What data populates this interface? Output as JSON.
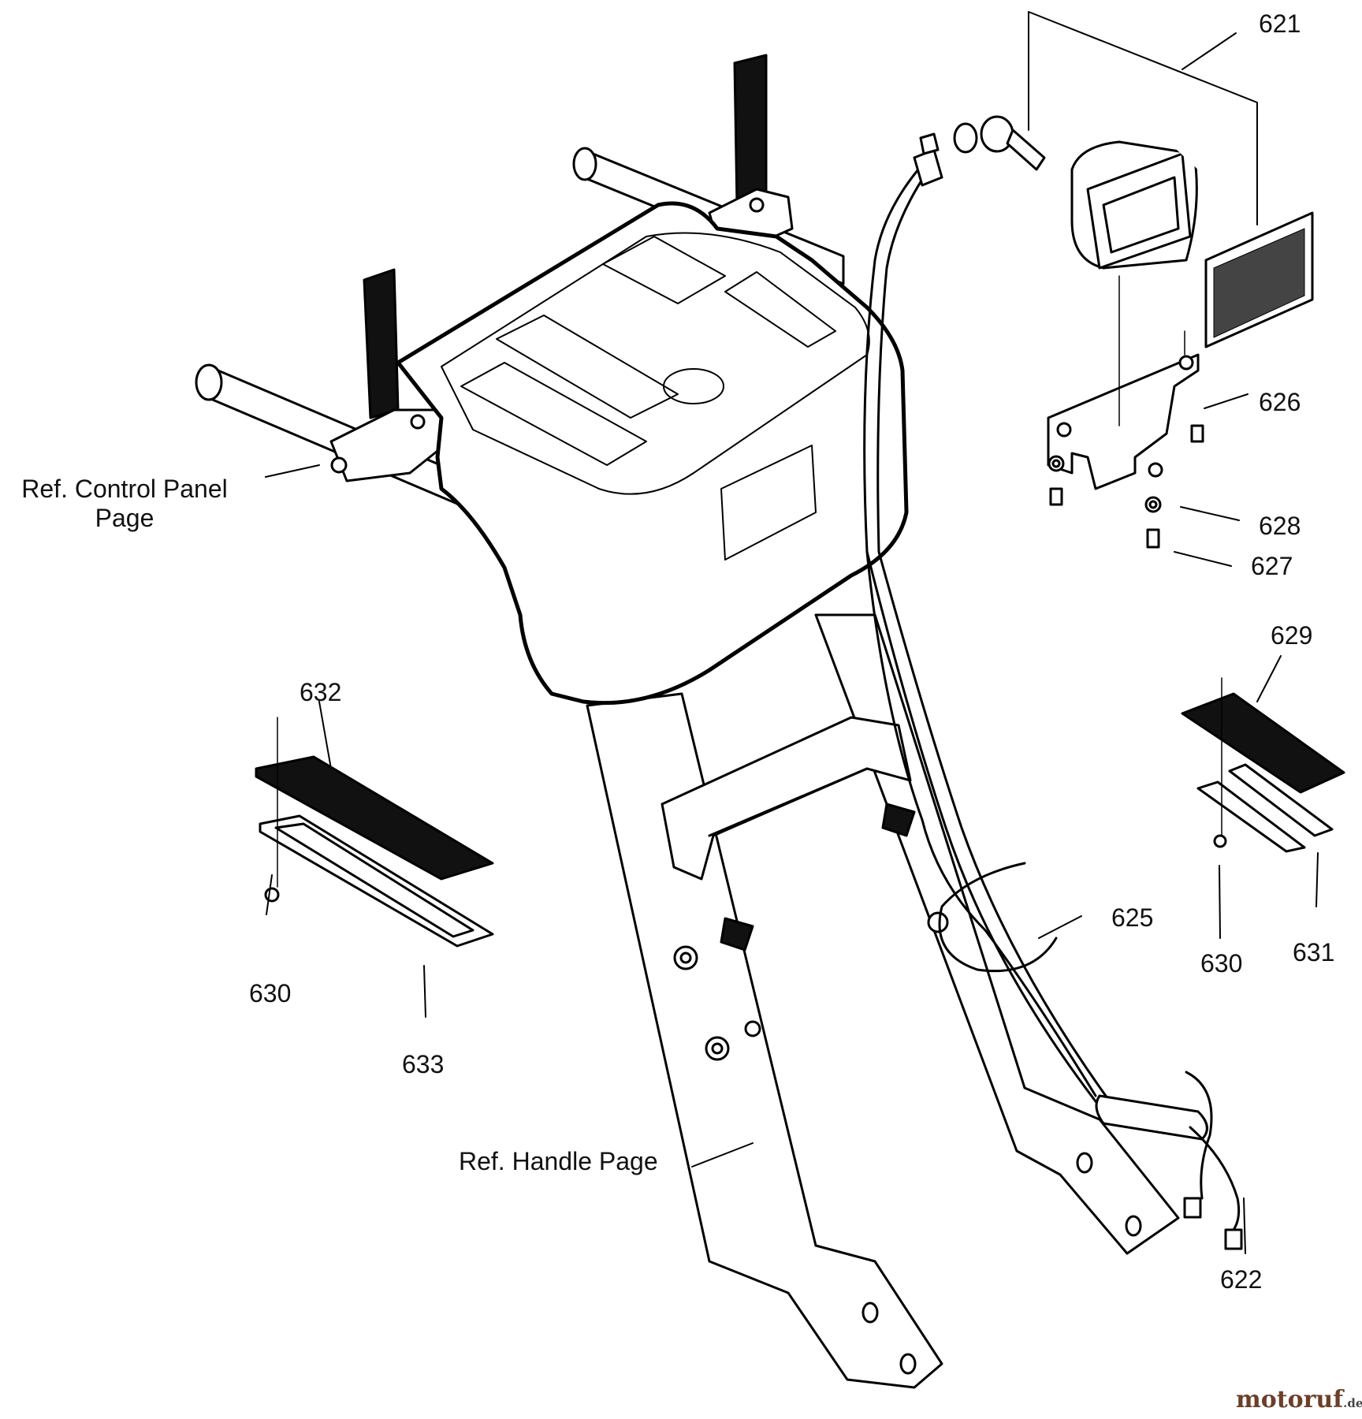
{
  "callouts": {
    "c621": "621",
    "c626": "626",
    "c628": "628",
    "c627": "627",
    "c629": "629",
    "c632": "632",
    "c625": "625",
    "c630a": "630",
    "c633": "633",
    "c630b": "630",
    "c631": "631",
    "c622": "622"
  },
  "references": {
    "control_panel": "Ref. Control Panel",
    "control_panel_line2": "Page",
    "handle": "Ref. Handle Page"
  },
  "watermark": {
    "main": "motoruf",
    "suffix": ".de",
    "color_main": "#6b3f2a",
    "color_suffix": "#444444"
  },
  "colors": {
    "line": "#000000",
    "part_fill": "#ffffff",
    "dark_fill": "#111111"
  }
}
